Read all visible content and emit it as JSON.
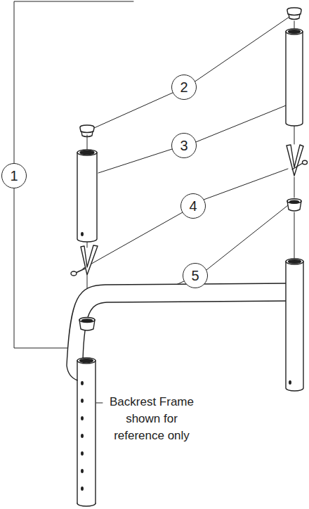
{
  "diagram": {
    "nodes": [
      {
        "text": [
          "1"
        ]
      },
      {
        "text": [
          "2"
        ]
      },
      {
        "text": [
          "3"
        ]
      },
      {
        "text": [
          "4"
        ]
      },
      {
        "text": [
          "5"
        ]
      }
    ],
    "labels": [
      "Backrest Frame shown for reference only"
    ]
  }
}
